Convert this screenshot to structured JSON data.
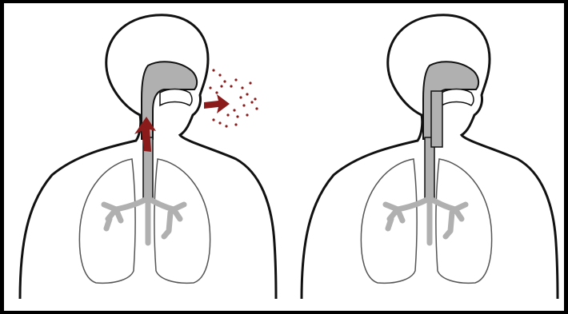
{
  "figure": {
    "panels": [
      {
        "id": "left",
        "state": "expelling",
        "shows_particles": true,
        "shows_arrows": true
      },
      {
        "id": "right",
        "state": "resting",
        "shows_particles": false,
        "shows_arrows": false
      }
    ],
    "colors": {
      "background": "#ffffff",
      "border": "#000000",
      "outline": "#111111",
      "airway_fill": "#b0b0b0",
      "lung_outline": "#555555",
      "particle_color": "#8b1a1a"
    },
    "icons": [
      "human-torso-outline",
      "respiratory-tract",
      "lungs",
      "red-arrow",
      "droplet-particles"
    ]
  }
}
